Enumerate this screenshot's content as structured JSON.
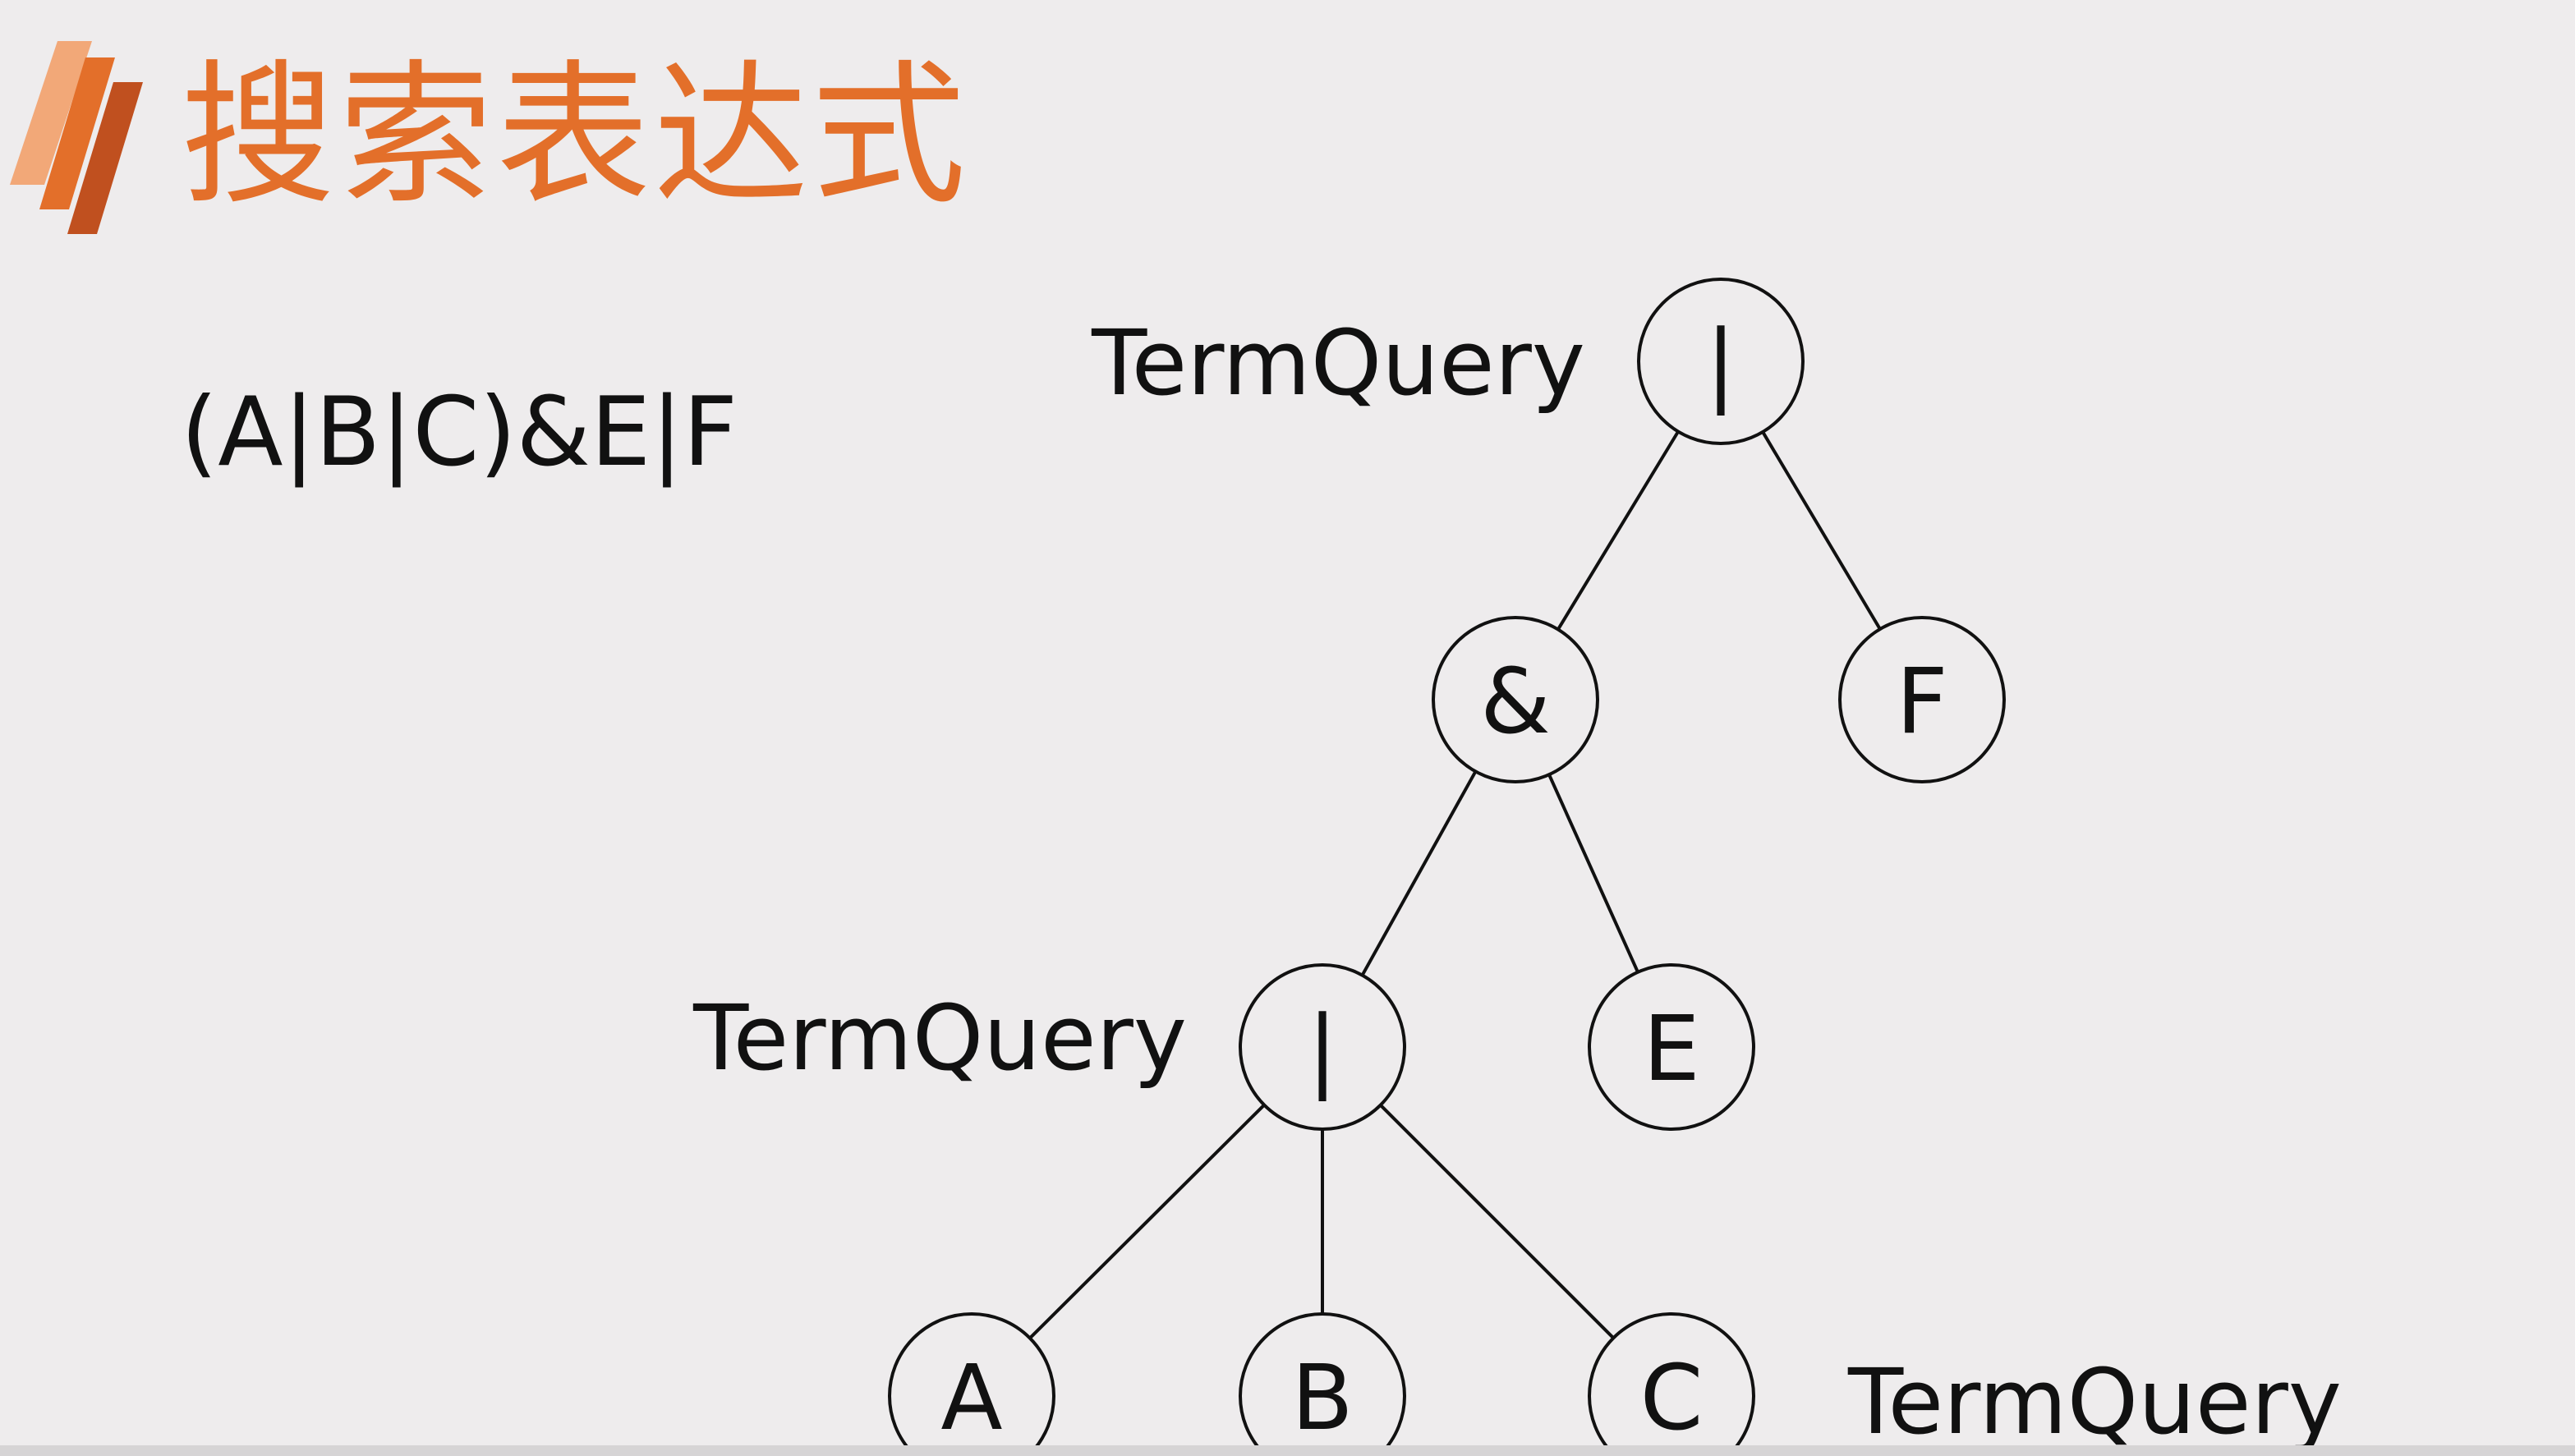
{
  "slide": {
    "title": "搜索表达式",
    "expression": "(A|B|C)&E|F"
  },
  "tree": {
    "nodes": [
      {
        "id": "root-or",
        "label": "|"
      },
      {
        "id": "and",
        "label": "&"
      },
      {
        "id": "f",
        "label": "F"
      },
      {
        "id": "inner-or",
        "label": "|"
      },
      {
        "id": "e",
        "label": "E"
      },
      {
        "id": "a",
        "label": "A"
      },
      {
        "id": "b",
        "label": "B"
      },
      {
        "id": "c",
        "label": "C"
      }
    ],
    "edges": [
      [
        "root-or",
        "and"
      ],
      [
        "root-or",
        "f"
      ],
      [
        "and",
        "inner-or"
      ],
      [
        "and",
        "e"
      ],
      [
        "inner-or",
        "a"
      ],
      [
        "inner-or",
        "b"
      ],
      [
        "inner-or",
        "c"
      ]
    ],
    "annotations": [
      {
        "id": "root-annotation",
        "text": "TermQuery"
      },
      {
        "id": "inner-annotation",
        "text": "TermQuery"
      },
      {
        "id": "leaf-annotation",
        "text": "TermQuery"
      }
    ]
  },
  "colors": {
    "background": "#eeeced",
    "title": "#e36f2a",
    "logo_light": "#f0a070",
    "logo_mid": "#e36f2a",
    "logo_dark": "#c0501f",
    "stroke": "#111111",
    "text": "#111111"
  }
}
